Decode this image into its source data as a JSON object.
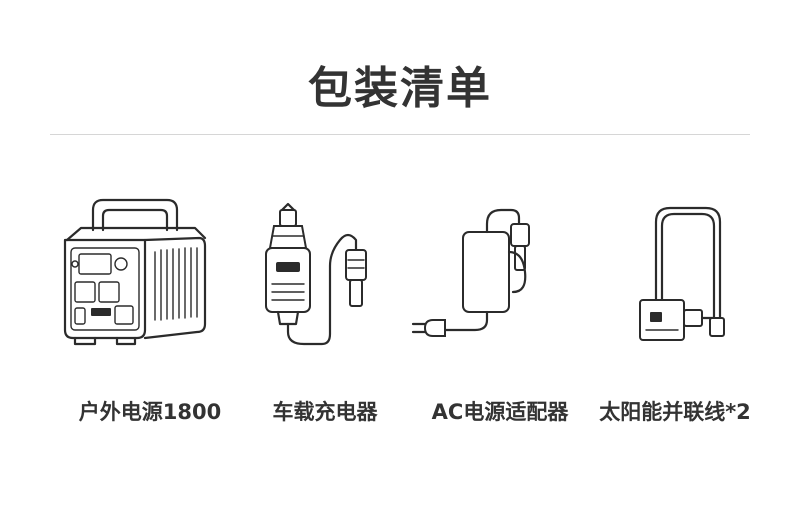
{
  "page": {
    "title": "包装清单"
  },
  "items": [
    {
      "label": "户外电源1800",
      "icon": "portable-power-station-icon"
    },
    {
      "label": "车载充电器",
      "icon": "car-charger-icon"
    },
    {
      "label": "AC电源适配器",
      "icon": "ac-adapter-icon"
    },
    {
      "label": "太阳能并联线*2",
      "icon": "solar-parallel-cable-icon"
    }
  ],
  "colors": {
    "text": "#333333",
    "divider": "#d6d6d6",
    "line_art": "#2b2b2b"
  }
}
